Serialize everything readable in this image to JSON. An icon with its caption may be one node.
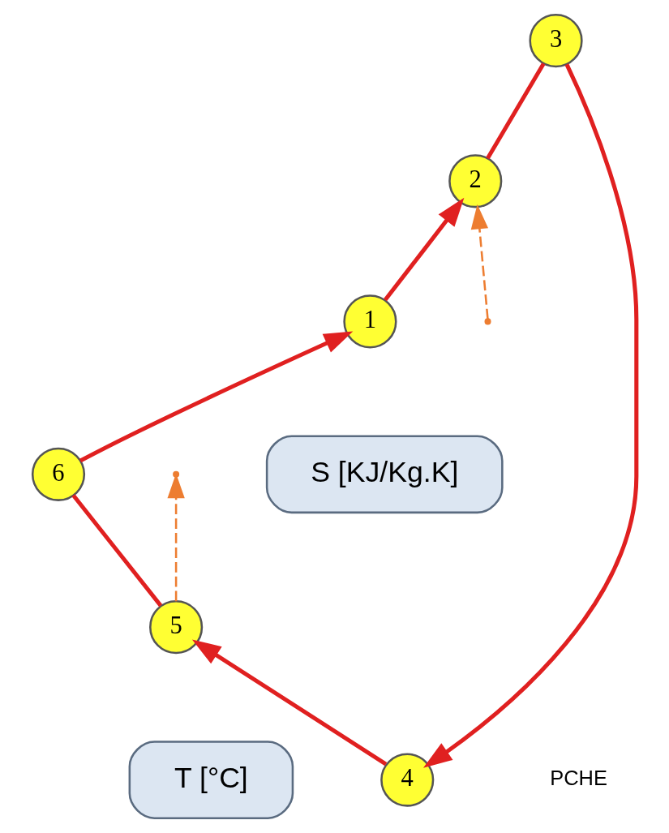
{
  "diagram": {
    "nodes": [
      {
        "text": [
          "T [°C]"
        ]
      },
      {
        "text": [
          "4"
        ]
      },
      {
        "text": [
          "5"
        ]
      },
      {
        "text": [
          "3"
        ]
      },
      {
        "text": [
          "6"
        ]
      },
      {
        "text": [
          "2"
        ]
      },
      {
        "text": [
          "1"
        ]
      },
      {
        "text": [
          "S [KJ/Kg.K]"
        ]
      }
    ],
    "edges": [
      {
        "from": 6,
        "to": 5,
        "arrow": "to"
      },
      {
        "from": 5,
        "to": 3,
        "arrow": "none"
      },
      {
        "from": 3,
        "to": 1,
        "arrow": "to"
      },
      {
        "from": 1,
        "to": 2,
        "arrow": "to"
      },
      {
        "from": 2,
        "to": 4,
        "arrow": "none"
      },
      {
        "from": 4,
        "to": 6,
        "arrow": "to"
      },
      {
        "from": 2,
        "to": null,
        "arrow": "to",
        "style": "dashed",
        "color": "#ed7d31"
      },
      {
        "from": null,
        "to": 5,
        "arrow": "to",
        "style": "dashed",
        "color": "#ed7d31"
      }
    ],
    "labels": [
      "PCHE"
    ]
  }
}
